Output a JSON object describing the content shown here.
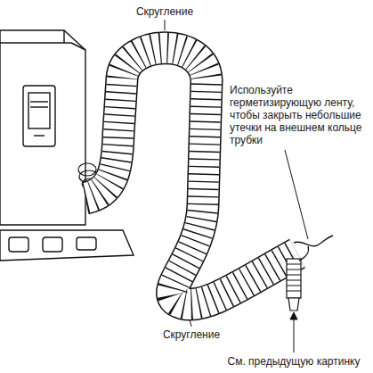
{
  "diagram": {
    "labels": [
      "Скругление",
      "Используйте герметизирующую ленту, чтобы закрыть небольшие утечки на внешнем кольце трубки",
      "Скругление",
      "См. предыдущую картинку"
    ]
  }
}
